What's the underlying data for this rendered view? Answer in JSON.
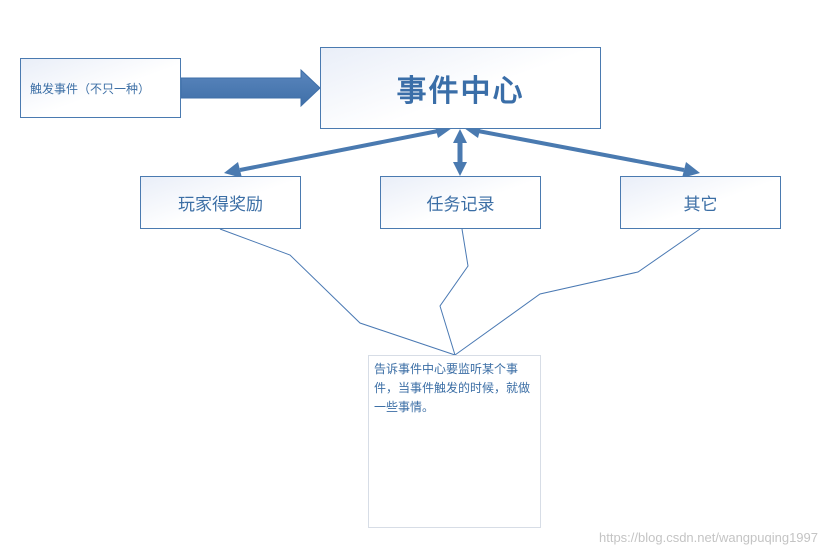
{
  "colors": {
    "accent": "#3b6ea5",
    "arrow": "#4a7ab0",
    "connector": "#4a79b3"
  },
  "nodes": {
    "trigger": "触发事件（不只一种）",
    "center": "事件中心",
    "reward": "玩家得奖励",
    "task": "任务记录",
    "other": "其它"
  },
  "note": "告诉事件中心要监听某个事件，当事件触发的时候，就做一些事情。",
  "watermark": "https://blog.csdn.net/wangpuqing1997"
}
